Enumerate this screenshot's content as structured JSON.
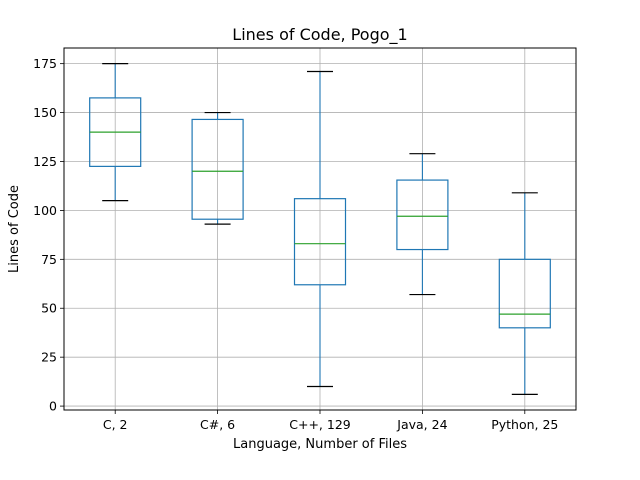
{
  "chart_data": {
    "type": "box",
    "title": "Lines of Code, Pogo_1",
    "xlabel": "Language, Number of Files",
    "ylabel": "Lines of Code",
    "ylim": [
      -2,
      183
    ],
    "yticks": [
      0,
      25,
      50,
      75,
      100,
      125,
      150,
      175
    ],
    "grid": true,
    "categories": [
      "C, 2",
      "C#, 6",
      "C++, 129",
      "Java, 24",
      "Python, 25"
    ],
    "boxes": [
      {
        "whisker_low": 105,
        "q1": 122.5,
        "median": 140,
        "q3": 157.5,
        "whisker_high": 175
      },
      {
        "whisker_low": 93,
        "q1": 95.5,
        "median": 120,
        "q3": 146.5,
        "whisker_high": 150
      },
      {
        "whisker_low": 10,
        "q1": 62,
        "median": 83,
        "q3": 106,
        "whisker_high": 171
      },
      {
        "whisker_low": 57,
        "q1": 80,
        "median": 97,
        "q3": 115.5,
        "whisker_high": 129
      },
      {
        "whisker_low": 6,
        "q1": 40,
        "median": 47,
        "q3": 75,
        "whisker_high": 109
      }
    ],
    "colors": {
      "box": "#1f77b4",
      "median": "#2ca02c",
      "whisker_cap": "#000000",
      "grid": "#b0b0b0"
    }
  }
}
